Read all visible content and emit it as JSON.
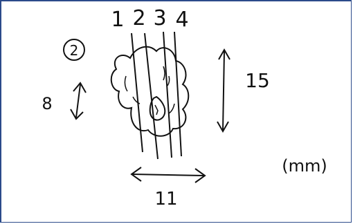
{
  "diagram": {
    "panel_number": "2",
    "line_labels": [
      "1",
      "2",
      "3",
      "4"
    ],
    "dim_left": "8",
    "dim_right": "15",
    "dim_bottom": "11",
    "unit": "(mm)"
  }
}
